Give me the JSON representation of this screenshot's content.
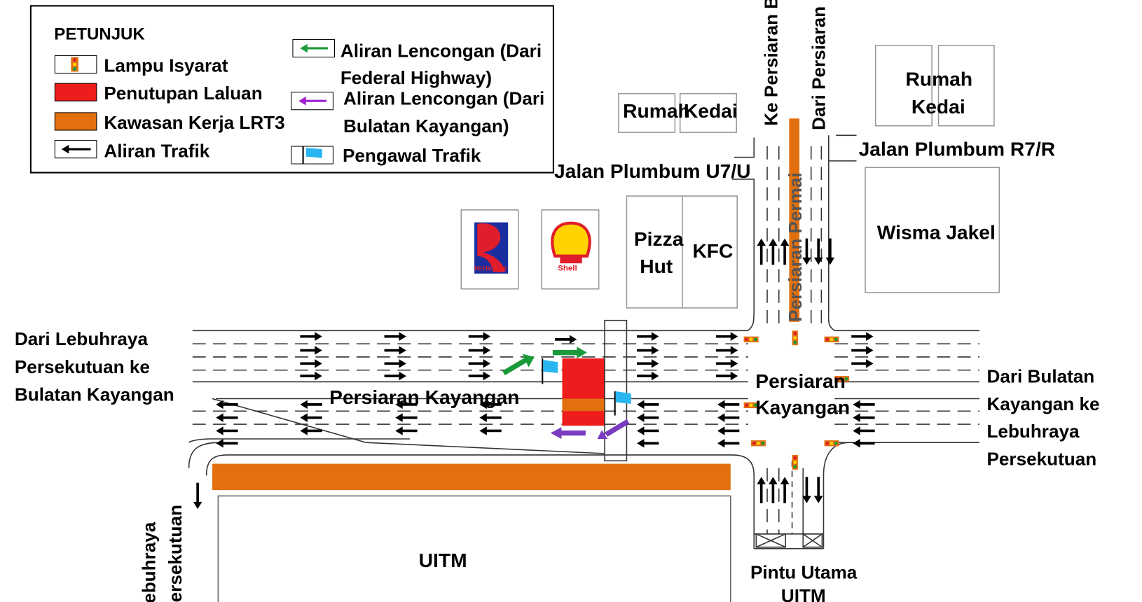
{
  "legend": {
    "title": "PETUNJUK",
    "items": [
      {
        "icon": "traffic-light-icon",
        "label": "Lampu Isyarat"
      },
      {
        "icon": "road-closure-swatch",
        "label": "Penutupan Laluan",
        "color": "#ee1c1c"
      },
      {
        "icon": "lrt3-work-area-swatch",
        "label": "Kawasan Kerja LRT3",
        "color": "#e2700f"
      },
      {
        "icon": "traffic-flow-arrow-icon",
        "label": "Aliran Trafik"
      },
      {
        "icon": "green-detour-arrow-icon",
        "label_1": "Aliran Lencongan (Dari",
        "label_2": "Federal Highway)",
        "color": "#1a9a3a"
      },
      {
        "icon": "purple-detour-arrow-icon",
        "label_1": "Aliran Lencongan (Dari",
        "label_2": "Bulatan Kayangan)",
        "color": "#a020d0"
      },
      {
        "icon": "traffic-marshal-flag-icon",
        "label": "Pengawal Trafik",
        "color": "#29b6f0"
      }
    ]
  },
  "map": {
    "buildings": {
      "rumah_kedai_left_1": "Rumah",
      "rumah_kedai_left_2": "Kedai",
      "rumah_kedai_right_1": "Rumah",
      "rumah_kedai_right_2": "Kedai",
      "pizza_hut_1": "Pizza",
      "pizza_hut_2": "Hut",
      "kfc": "KFC",
      "wisma_jakel": "Wisma Jakel",
      "uitm": "UITM",
      "petronas": "PETRONAS",
      "shell": "Shell"
    },
    "roads": {
      "jalan_plumbum_u7": "Jalan Plumbum U7/U",
      "jalan_plumbum_r7": "Jalan Plumbum R7/R",
      "ke_persiaran": "Ke Persiaran Be",
      "dari_persiaran": "Dari Persiaran Be",
      "persiaran_permai": "Persiaran Permai",
      "persiaran_kayangan_west": "Persiaran Kayangan",
      "persiaran_kayangan_junction_1": "Persiaran",
      "persiaran_kayangan_junction_2": "Kayangan",
      "lebuhraya_1": "Lebuhraya",
      "lebuhraya_2": "Persekutuan"
    },
    "directions": {
      "west_1": "Dari Lebuhraya",
      "west_2": "Persekutuan ke",
      "west_3": "Bulatan Kayangan",
      "east_1": "Dari Bulatan",
      "east_2": "Kayangan ke",
      "east_3": "Lebuhraya",
      "east_4": "Persekutuan",
      "gate_1": "Pintu Utama",
      "gate_2": "UITM"
    },
    "colors": {
      "closure": "#ee1c1c",
      "work": "#e2700f",
      "green": "#1a9a3a",
      "purple": "#7a3cc0",
      "marshal": "#29b6f0"
    }
  }
}
